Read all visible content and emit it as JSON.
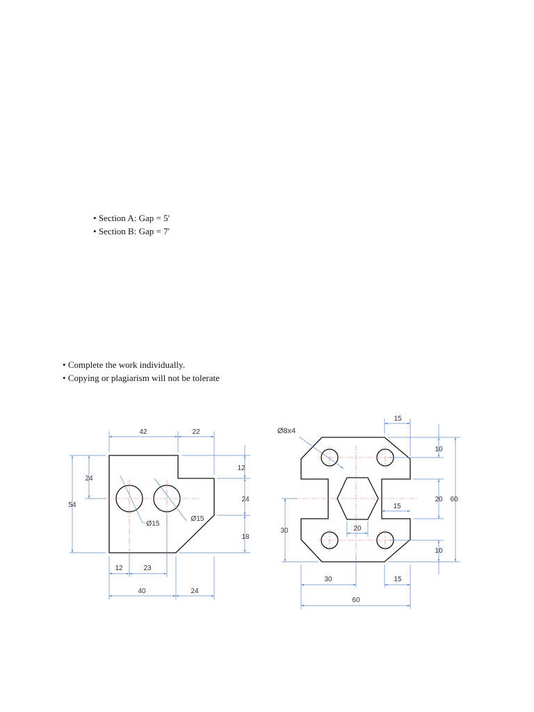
{
  "sections": [
    "Section A: Gap = 5'",
    "Section B: Gap = 7'"
  ],
  "rules": [
    "Complete the work individually.",
    "Copying or plagiarism will not be tolerate"
  ],
  "drawing_left": {
    "d42": "42",
    "d22": "22",
    "d12_right": "12",
    "d24_right": "24",
    "d18": "18",
    "d24_left": "24",
    "d54": "54",
    "hole_a": "Ø15",
    "hole_b": "Ø15",
    "d12_bottom": "12",
    "d23": "23",
    "d40": "40",
    "d24_bottom": "24"
  },
  "drawing_right": {
    "holes": "Ø8x4",
    "d15_top": "15",
    "d10_top": "10",
    "d20_right": "20",
    "d60_right": "60",
    "d15_slot": "15",
    "d10_bottom": "10",
    "d30_left": "30",
    "d20_center": "20",
    "d30_bottom": "30",
    "d15_bottom": "15",
    "d60_bottom": "60"
  },
  "colors": {
    "part_line": "#111111",
    "dimension_line": "#5a86c9",
    "center_line": "#d97a7a"
  }
}
